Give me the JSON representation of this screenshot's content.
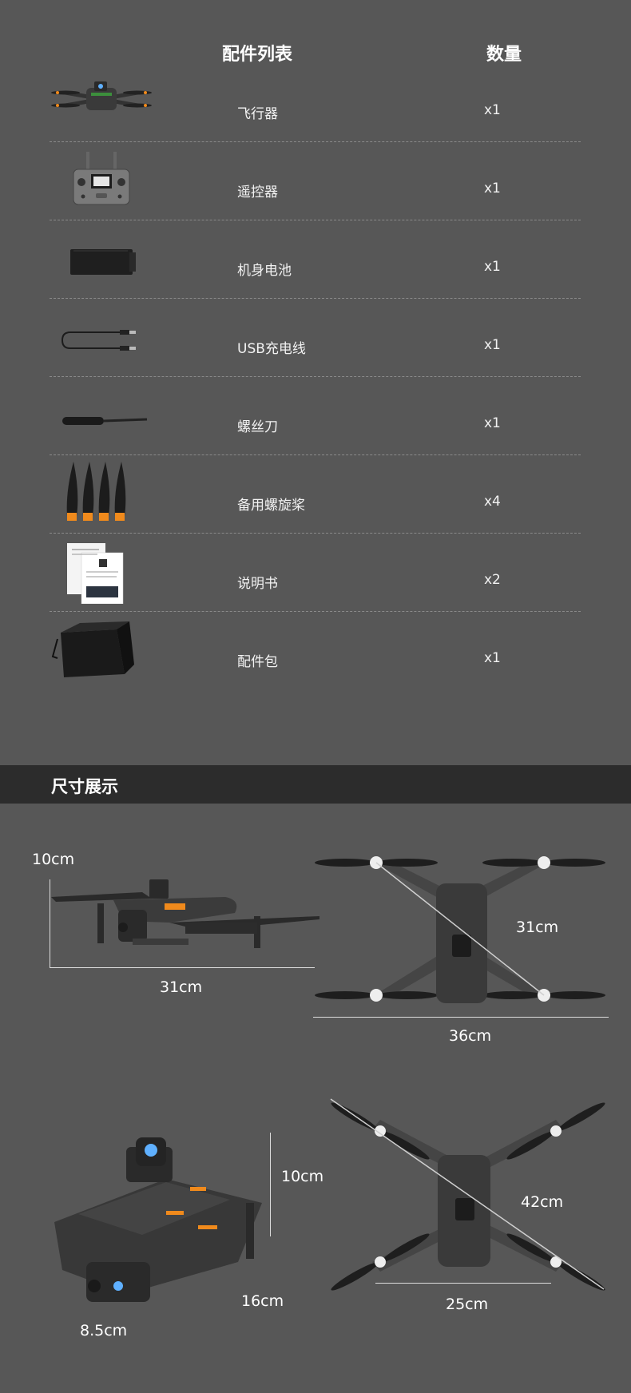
{
  "header": {
    "col_items": "配件列表",
    "col_qty": "数量"
  },
  "items": [
    {
      "name": "飞行器",
      "qty": "x1",
      "icon": "drone-icon"
    },
    {
      "name": "遥控器",
      "qty": "x1",
      "icon": "remote-controller-icon"
    },
    {
      "name": "机身电池",
      "qty": "x1",
      "icon": "battery-icon"
    },
    {
      "name": "USB充电线",
      "qty": "x1",
      "icon": "usb-cable-icon"
    },
    {
      "name": "螺丝刀",
      "qty": "x1",
      "icon": "screwdriver-icon"
    },
    {
      "name": "备用螺旋桨",
      "qty": "x4",
      "icon": "propeller-icon"
    },
    {
      "name": "说明书",
      "qty": "x2",
      "icon": "manual-icon"
    },
    {
      "name": "配件包",
      "qty": "x1",
      "icon": "bag-icon"
    }
  ],
  "dimensions": {
    "title": "尺寸展示",
    "side_height": "10cm",
    "side_length": "31cm",
    "top_diag": "31cm",
    "top_width": "36cm",
    "folded_height": "10cm",
    "folded_length": "16cm",
    "folded_width": "8.5cm",
    "unfold_diag": "42cm",
    "unfold_width": "25cm"
  },
  "colors": {
    "background": "#575757",
    "band": "#2c2c2c",
    "accent": "#f08a1c"
  }
}
